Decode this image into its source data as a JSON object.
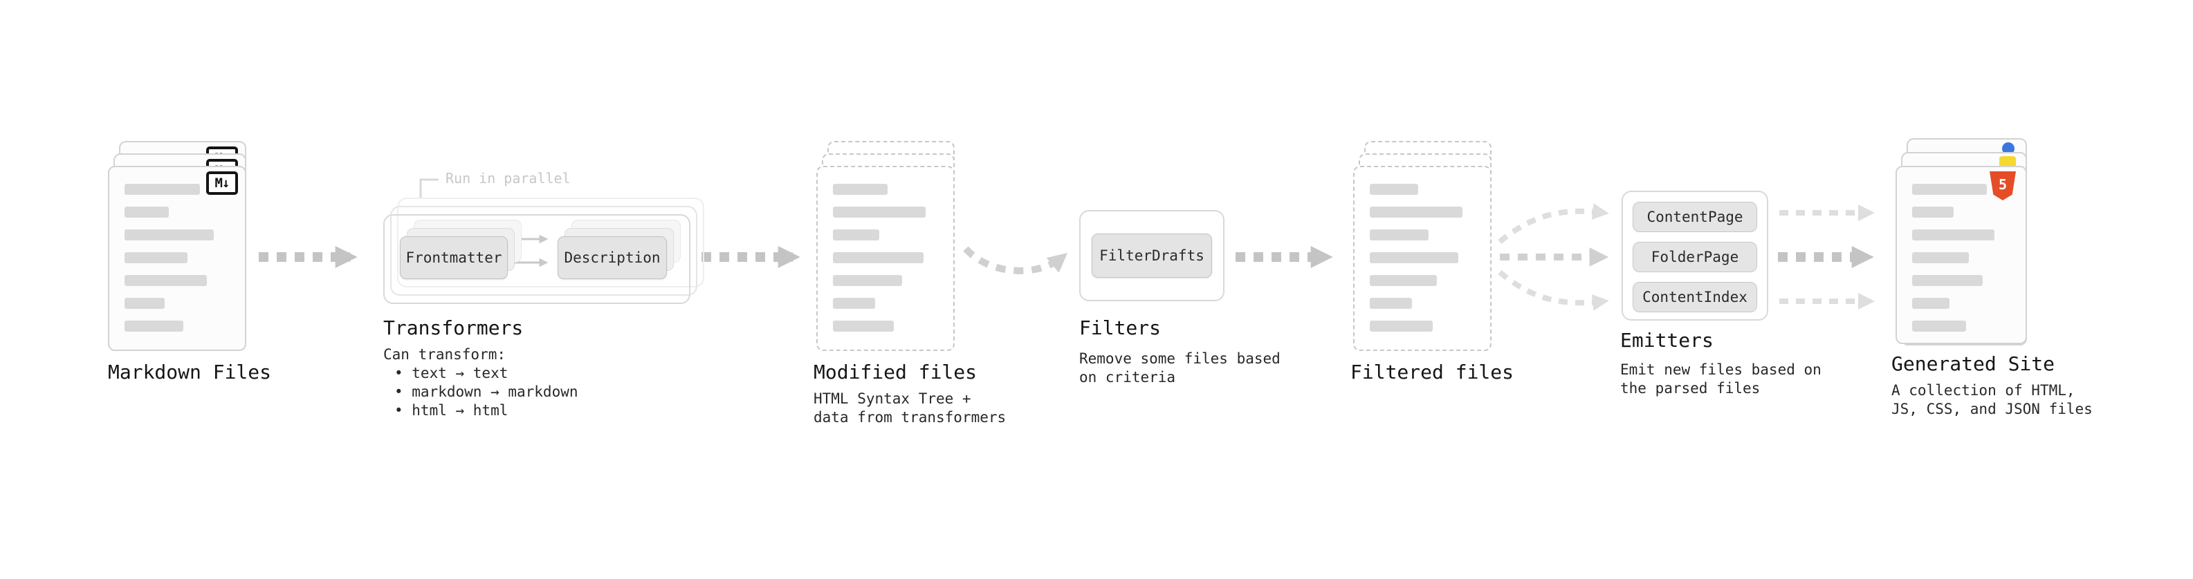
{
  "colors": {
    "arrow": "#c4c4c4",
    "arrow_light": "#dedede",
    "card_border": "#d3d3d3",
    "bar": "#d9d9d9",
    "html5": "#e44d26",
    "js_badge": "#f5d831",
    "css_badge": "#3b76e0",
    "markdown_icon": "#141414"
  },
  "nodes": {
    "markdown_files": {
      "title": "Markdown Files",
      "icon_label": "M↓",
      "bars": [
        72,
        42,
        85,
        60,
        78,
        38,
        56
      ]
    },
    "transformers": {
      "title": "Transformers",
      "parallel_note": "Run in parallel",
      "stages": [
        "Frontmatter",
        "Description"
      ],
      "caption": "Can transform:",
      "bullets": [
        "• text → text",
        "• markdown → markdown",
        "• html → html"
      ]
    },
    "modified_files": {
      "title": "Modified files",
      "caption_lines": [
        "HTML Syntax Tree +",
        "data from transformers"
      ],
      "bars": [
        52,
        88,
        44,
        86,
        66,
        40,
        58
      ]
    },
    "filters": {
      "title": "Filters",
      "stages": [
        "FilterDrafts"
      ],
      "caption_lines": [
        "Remove some files based",
        "on criteria"
      ]
    },
    "filtered_files": {
      "title": "Filtered files",
      "bars": [
        46,
        88,
        56,
        84,
        64,
        40,
        60
      ]
    },
    "emitters": {
      "title": "Emitters",
      "stages": [
        "ContentPage",
        "FolderPage",
        "ContentIndex"
      ],
      "caption_lines": [
        "Emit new files based on",
        "the parsed files"
      ]
    },
    "generated_site": {
      "title": "Generated Site",
      "caption_lines": [
        "A collection of HTML,",
        "JS, CSS, and JSON files"
      ],
      "bars": [
        76,
        42,
        84,
        58,
        72,
        38,
        55
      ],
      "html5_label": "5"
    }
  }
}
